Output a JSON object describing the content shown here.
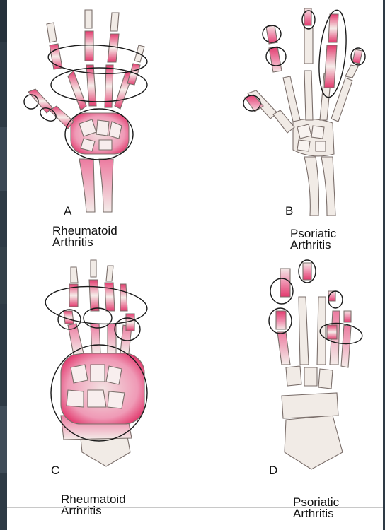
{
  "panels": {
    "a": {
      "letter": "A",
      "caption_line1": "Rheumatoid",
      "caption_line2": "Arthritis"
    },
    "b": {
      "letter": "B",
      "caption_line1": "Psoriatic",
      "caption_line2": "Arthritis"
    },
    "c": {
      "letter": "C",
      "caption_line1": "Rheumatoid",
      "caption_line2": "Arthritis"
    },
    "d": {
      "letter": "D",
      "caption_line1": "Psoriatic",
      "caption_line2": "Arthritis"
    }
  },
  "colors": {
    "bone_fill": "#f1ebe6",
    "bone_outline": "#7a6e6a",
    "inflamed": "#e23a6e",
    "circle": "#1a1a1a",
    "frame": "#2e3a45"
  }
}
